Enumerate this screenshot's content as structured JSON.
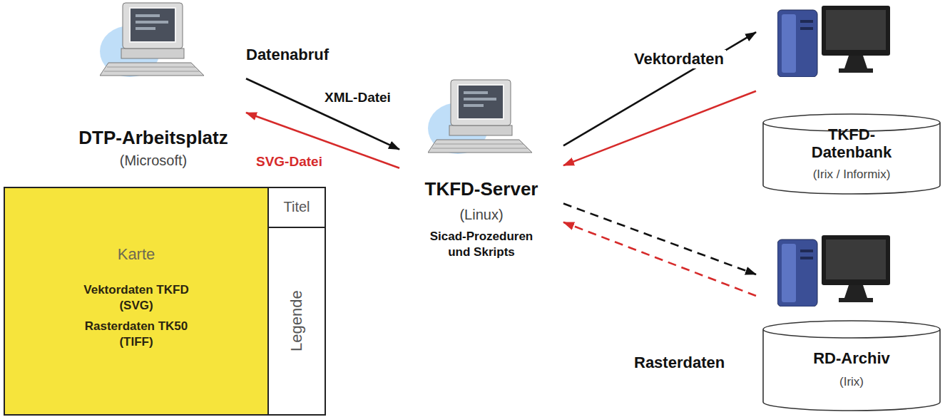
{
  "diagram": {
    "nodes": [
      {
        "text": [
          "DTP-Arbeitsplatz",
          "(Microsoft)"
        ]
      },
      {
        "text": [
          "TKFD-Server",
          "(Linux)",
          "Sicad-Prozeduren und Skripts"
        ]
      },
      {
        "text": [
          "TKFD- Datenbank",
          "(Irix / Informix)"
        ]
      },
      {
        "text": [
          "Karte",
          "Vektordaten TKFD (SVG)",
          "Rasterdaten TK50 (TIFF)"
        ]
      },
      {
        "text": [
          "Titel"
        ]
      },
      {
        "text": [
          "Legende"
        ]
      },
      {
        "text": [
          "RD-Archiv",
          "(Irix)"
        ]
      }
    ],
    "edges": [
      {
        "from": 0,
        "to": 1,
        "label": "XML-Datei",
        "arrow": "to"
      },
      {
        "from": 1,
        "to": 0,
        "label": "SVG-Datei",
        "arrow": "to"
      },
      {
        "from": 1,
        "to": 2,
        "arrow": "to"
      },
      {
        "from": 2,
        "to": 1,
        "arrow": "to"
      },
      {
        "from": 1,
        "to": 6,
        "arrow": "to"
      },
      {
        "from": 6,
        "to": 1,
        "arrow": "to"
      }
    ],
    "labels": [
      "Datenabruf",
      "Vektordaten",
      "Rasterdaten"
    ]
  }
}
